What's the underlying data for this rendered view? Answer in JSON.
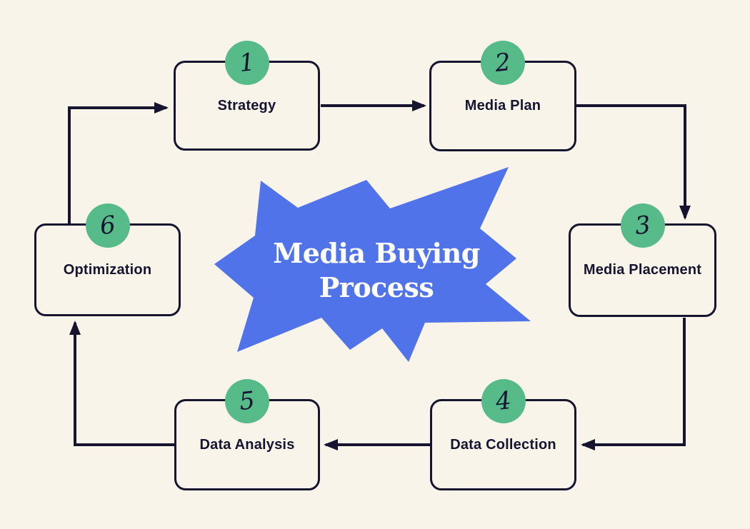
{
  "diagram": {
    "title": {
      "line1": "Media Buying",
      "line2": "Process"
    },
    "type": "circular process flow",
    "steps": [
      {
        "number": "1",
        "label": "Strategy"
      },
      {
        "number": "2",
        "label": "Media Plan"
      },
      {
        "number": "3",
        "label": "Media Placement"
      },
      {
        "number": "4",
        "label": "Data Collection"
      },
      {
        "number": "5",
        "label": "Data Analysis"
      },
      {
        "number": "6",
        "label": "Optimization"
      }
    ]
  },
  "colors": {
    "background": "#f8f4ea",
    "ink_outline": "#16142f",
    "badge_green": "#56ba89",
    "star_blue": "#5173e9",
    "title_text": "#ffffff"
  }
}
